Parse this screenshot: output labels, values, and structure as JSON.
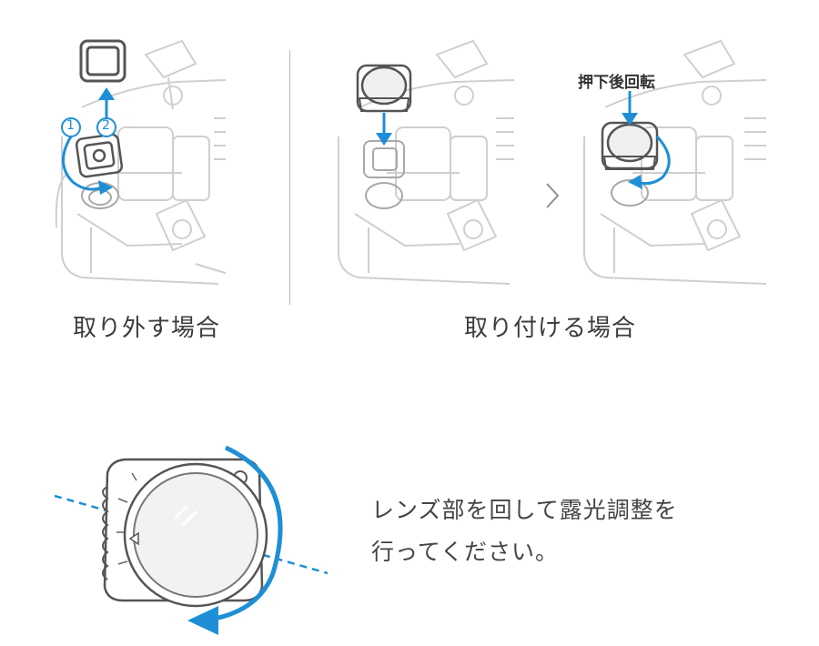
{
  "captions": {
    "remove": "取り外す場合",
    "attach": "取り付ける場合"
  },
  "labels": {
    "press_rotate": "押下後回転",
    "step1": "1",
    "step2": "2"
  },
  "instruction": {
    "line1": "レンズ部を回して露光調整を",
    "line2": "行ってください。"
  },
  "colors": {
    "arrow": "#1e8fd6",
    "drone_line": "#cfcfcf",
    "outline": "#555555"
  },
  "icons": [
    "step-arrow-icon",
    "rotate-arrow-icon",
    "chevron-right-icon",
    "down-arrow-icon",
    "up-arrow-icon"
  ]
}
